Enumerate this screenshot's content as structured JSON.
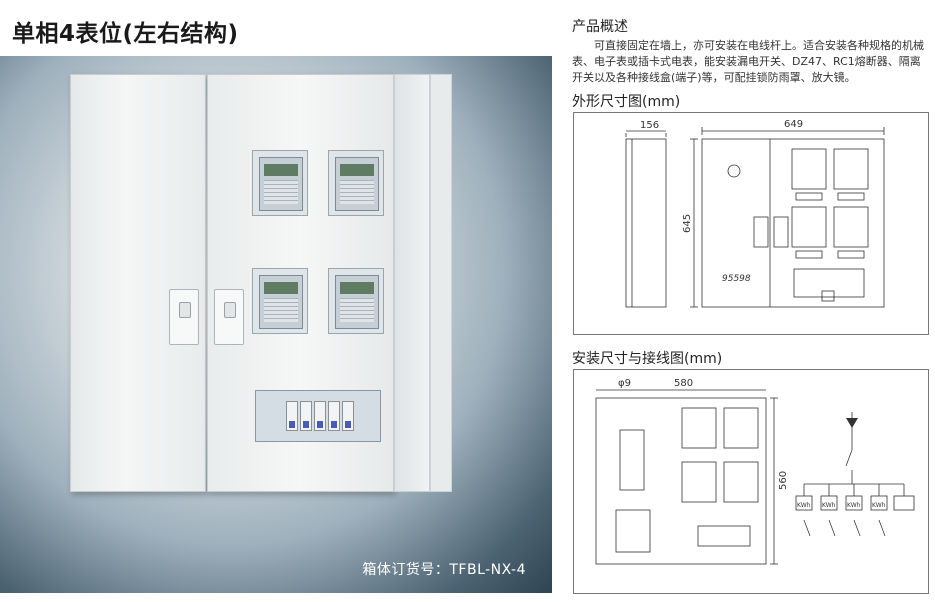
{
  "title": "单相4表位(左右结构)",
  "photo": {
    "caption": "箱体订货号：TFBL-NX-4"
  },
  "product_overview": {
    "heading": "产品概述",
    "text": "可直接固定在墙上，亦可安装在电线杆上。适合安装各种规格的机械表、电子表或插卡式电表，能安装漏电开关、DZ47、RC1熔断器、隔离开关以及各种接线盒(端子)等，可配挂锁防雨罩、放大镜。"
  },
  "outline_drawing": {
    "heading": "外形尺寸图(mm)",
    "dim_depth": "156",
    "dim_width": "649",
    "dim_height": "645",
    "logo_text": "95598"
  },
  "install_drawing": {
    "heading": "安装尺寸与接线图(mm)",
    "dim_hole": "φ9",
    "dim_width": "580",
    "dim_height": "560",
    "meter_labels": [
      "KWh",
      "KWh",
      "KWh",
      "KWh"
    ]
  }
}
